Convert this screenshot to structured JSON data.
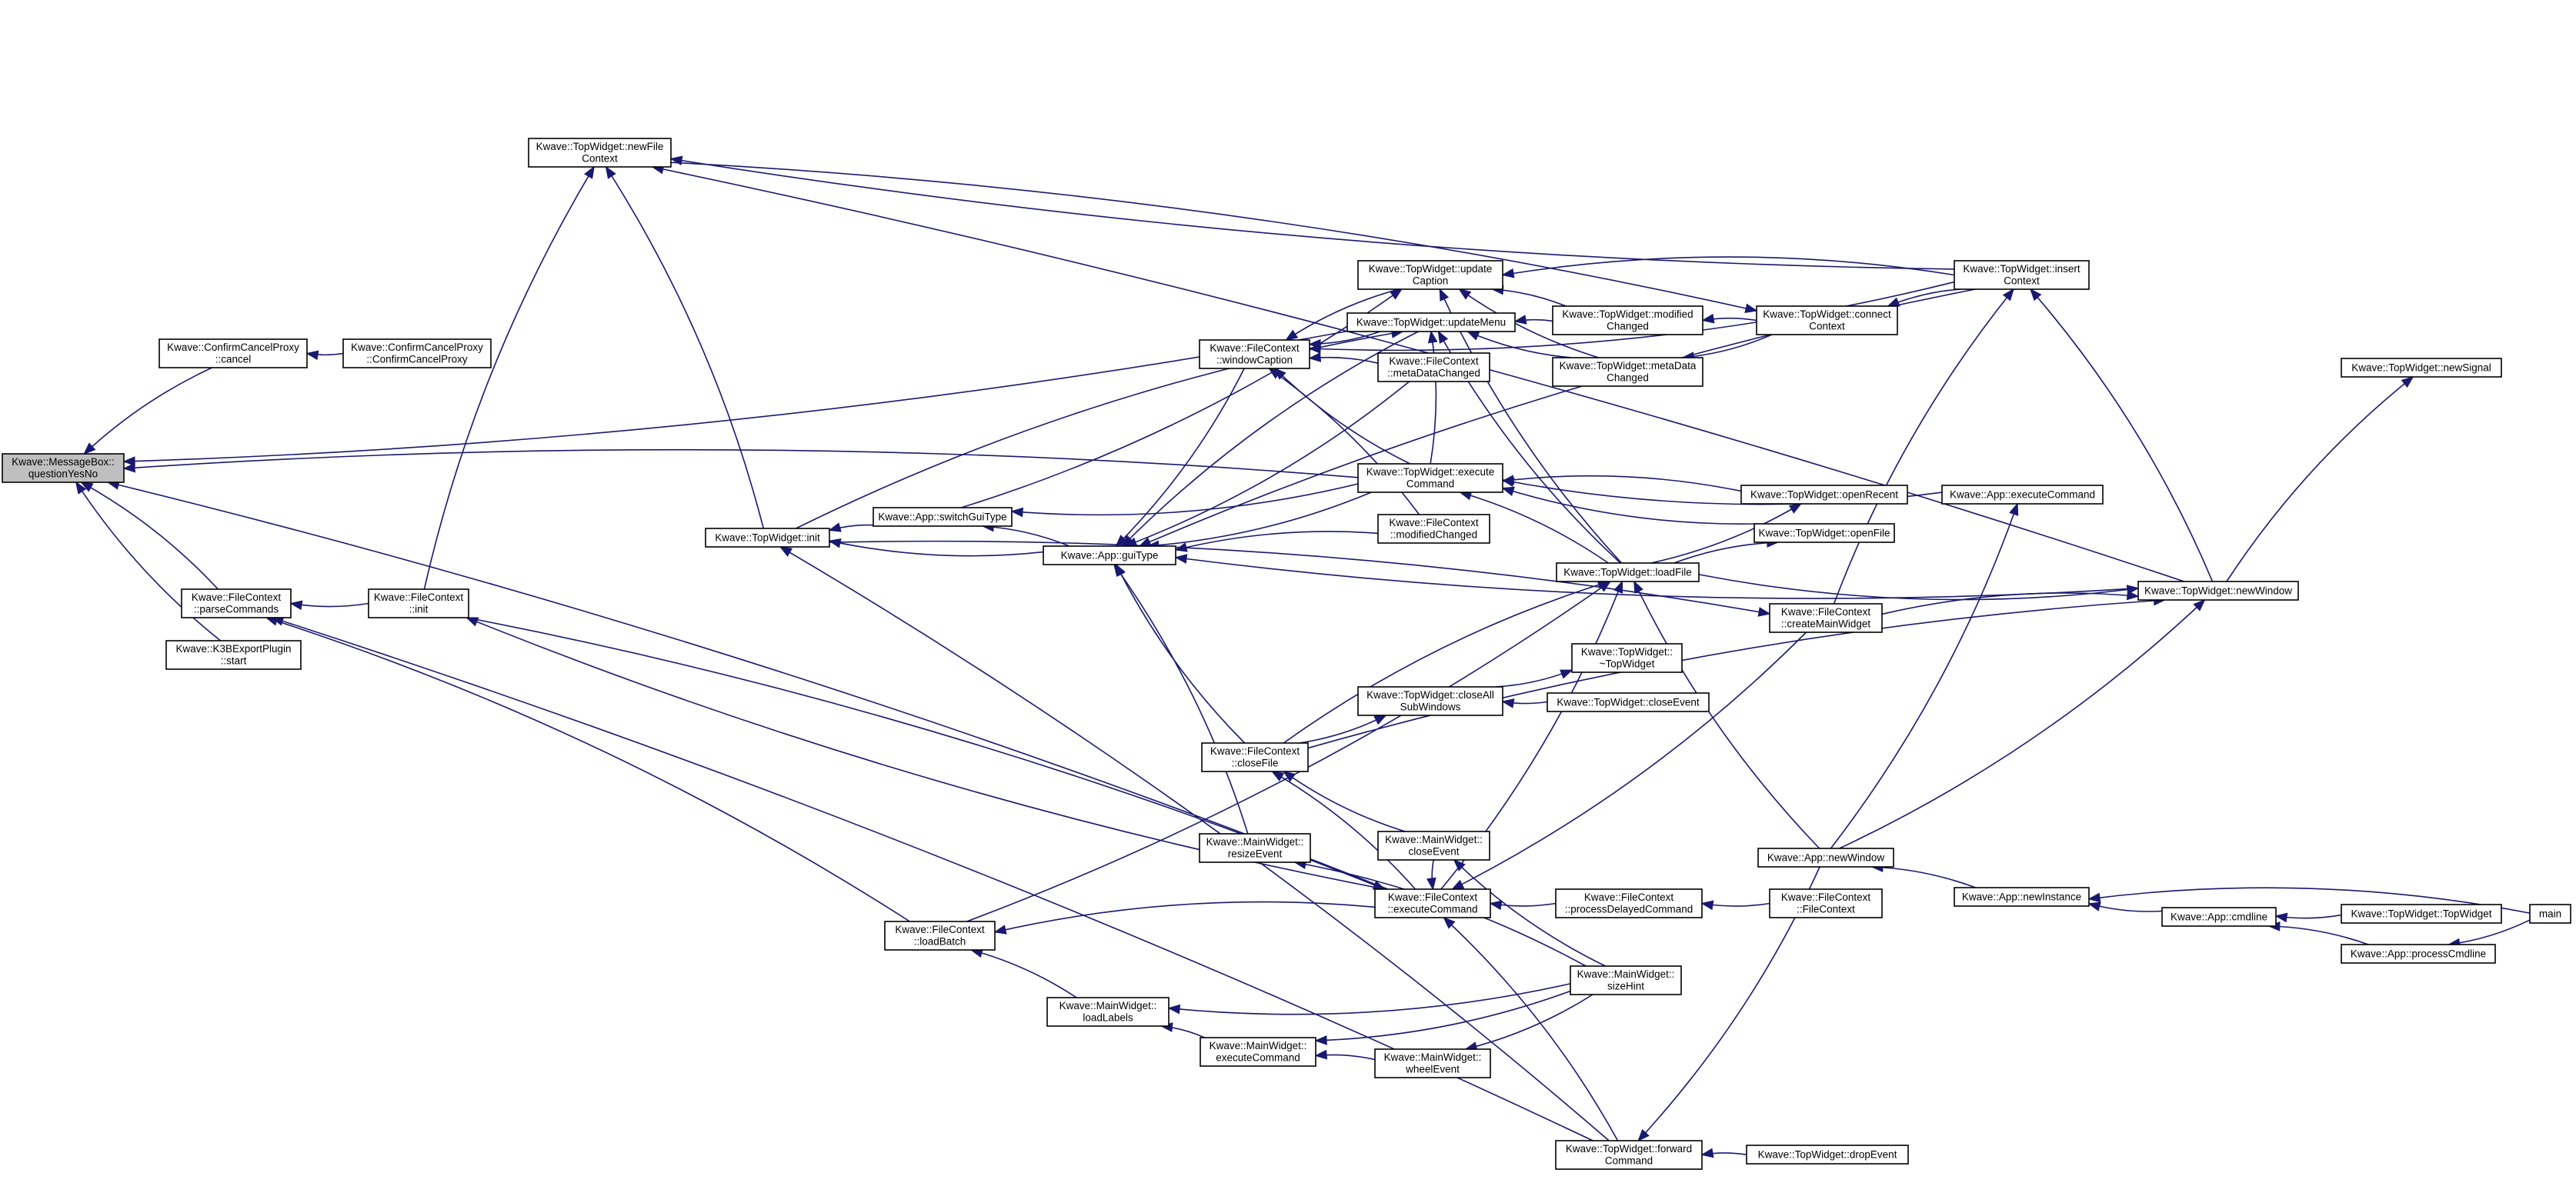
{
  "graph": {
    "edge_color": "#191970",
    "root_fill": "#bfbfbf",
    "nodes": [
      {
        "id": "questionYesNo",
        "lines": [
          "Kwave::MessageBox::",
          "questionYesNo"
        ],
        "root": true
      },
      {
        "id": "cpCancel",
        "lines": [
          "Kwave::ConfirmCancelProxy",
          "::cancel"
        ]
      },
      {
        "id": "cpCtor",
        "lines": [
          "Kwave::ConfirmCancelProxy",
          "::ConfirmCancelProxy"
        ]
      },
      {
        "id": "fcParse",
        "lines": [
          "Kwave::FileContext",
          "::parseCommands"
        ]
      },
      {
        "id": "k3b",
        "lines": [
          "Kwave::K3BExportPlugin",
          "::start"
        ]
      },
      {
        "id": "fcInit",
        "lines": [
          "Kwave::FileContext",
          "::init"
        ]
      },
      {
        "id": "twNewFileContext",
        "lines": [
          "Kwave::TopWidget::newFile",
          "Context"
        ]
      },
      {
        "id": "twInit",
        "lines": [
          "Kwave::TopWidget::init"
        ]
      },
      {
        "id": "appSwitch",
        "lines": [
          "Kwave::App::switchGuiType"
        ]
      },
      {
        "id": "appGui",
        "lines": [
          "Kwave::App::guiType"
        ]
      },
      {
        "id": "fcWinCap",
        "lines": [
          "Kwave::FileContext",
          "::windowCaption"
        ]
      },
      {
        "id": "twUpdCap",
        "lines": [
          "Kwave::TopWidget::update",
          "Caption"
        ]
      },
      {
        "id": "twUpdMenu",
        "lines": [
          "Kwave::TopWidget::updateMenu"
        ]
      },
      {
        "id": "fcMetaChg",
        "lines": [
          "Kwave::FileContext",
          "::metaDataChanged"
        ]
      },
      {
        "id": "twExecCmd",
        "lines": [
          "Kwave::TopWidget::execute",
          "Command"
        ]
      },
      {
        "id": "fcModChg",
        "lines": [
          "Kwave::FileContext",
          "::modifiedChanged"
        ]
      },
      {
        "id": "twModChg",
        "lines": [
          "Kwave::TopWidget::modified",
          "Changed"
        ]
      },
      {
        "id": "twMetaChg",
        "lines": [
          "Kwave::TopWidget::metaData",
          "Changed"
        ]
      },
      {
        "id": "twConnect",
        "lines": [
          "Kwave::TopWidget::connect",
          "Context"
        ]
      },
      {
        "id": "twInsert",
        "lines": [
          "Kwave::TopWidget::insert",
          "Context"
        ]
      },
      {
        "id": "twNewSignal",
        "lines": [
          "Kwave::TopWidget::newSignal"
        ]
      },
      {
        "id": "twOpenRecent",
        "lines": [
          "Kwave::TopWidget::openRecent"
        ]
      },
      {
        "id": "twOpenFile",
        "lines": [
          "Kwave::TopWidget::openFile"
        ]
      },
      {
        "id": "twLoadFile",
        "lines": [
          "Kwave::TopWidget::loadFile"
        ]
      },
      {
        "id": "appExecCmd",
        "lines": [
          "Kwave::App::executeCommand"
        ]
      },
      {
        "id": "fcCreateMW",
        "lines": [
          "Kwave::FileContext",
          "::createMainWidget"
        ]
      },
      {
        "id": "twNewWindow",
        "lines": [
          "Kwave::TopWidget::newWindow"
        ]
      },
      {
        "id": "twDtor",
        "lines": [
          "Kwave::TopWidget::",
          "~TopWidget"
        ]
      },
      {
        "id": "twCloseAll",
        "lines": [
          "Kwave::TopWidget::closeAll",
          "SubWindows"
        ]
      },
      {
        "id": "twCloseEvent",
        "lines": [
          "Kwave::TopWidget::closeEvent"
        ]
      },
      {
        "id": "fcCloseFile",
        "lines": [
          "Kwave::FileContext",
          "::closeFile"
        ]
      },
      {
        "id": "mwCloseEvent",
        "lines": [
          "Kwave::MainWidget::",
          "closeEvent"
        ]
      },
      {
        "id": "mwResize",
        "lines": [
          "Kwave::MainWidget::",
          "resizeEvent"
        ]
      },
      {
        "id": "fcExecCmd",
        "lines": [
          "Kwave::FileContext",
          "::executeCommand"
        ]
      },
      {
        "id": "fcProcDelayed",
        "lines": [
          "Kwave::FileContext",
          "::processDelayedCommand"
        ]
      },
      {
        "id": "fcCtor",
        "lines": [
          "Kwave::FileContext",
          "::FileContext"
        ]
      },
      {
        "id": "appNewWindow",
        "lines": [
          "Kwave::App::newWindow"
        ]
      },
      {
        "id": "appNewInstance",
        "lines": [
          "Kwave::App::newInstance"
        ]
      },
      {
        "id": "appCmdline",
        "lines": [
          "Kwave::App::cmdline"
        ]
      },
      {
        "id": "twCtor",
        "lines": [
          "Kwave::TopWidget::TopWidget"
        ]
      },
      {
        "id": "appProcCmdline",
        "lines": [
          "Kwave::App::processCmdline"
        ]
      },
      {
        "id": "main",
        "lines": [
          "main"
        ]
      },
      {
        "id": "fcLoadBatch",
        "lines": [
          "Kwave::FileContext",
          "::loadBatch"
        ]
      },
      {
        "id": "mwLoadLabels",
        "lines": [
          "Kwave::MainWidget::",
          "loadLabels"
        ]
      },
      {
        "id": "mwSizeHint",
        "lines": [
          "Kwave::MainWidget::",
          "sizeHint"
        ]
      },
      {
        "id": "mwExecCmd",
        "lines": [
          "Kwave::MainWidget::",
          "executeCommand"
        ]
      },
      {
        "id": "mwWheel",
        "lines": [
          "Kwave::MainWidget::",
          "wheelEvent"
        ]
      },
      {
        "id": "twForward",
        "lines": [
          "Kwave::TopWidget::forward",
          "Command"
        ]
      },
      {
        "id": "twDrop",
        "lines": [
          "Kwave::TopWidget::dropEvent"
        ]
      }
    ],
    "edges": [
      {
        "from": "cpCancel",
        "to": "questionYesNo"
      },
      {
        "from": "cpCtor",
        "to": "cpCancel"
      },
      {
        "from": "fcParse",
        "to": "questionYesNo"
      },
      {
        "from": "k3b",
        "to": "questionYesNo"
      },
      {
        "from": "twExecCmd",
        "to": "questionYesNo"
      },
      {
        "from": "twUpdMenu",
        "to": "questionYesNo"
      },
      {
        "from": "fcExecCmd",
        "to": "questionYesNo"
      },
      {
        "from": "fcInit",
        "to": "fcParse"
      },
      {
        "from": "fcLoadBatch",
        "to": "fcParse"
      },
      {
        "from": "fcInit",
        "to": "twNewFileContext"
      },
      {
        "from": "twInit",
        "to": "twNewFileContext"
      },
      {
        "from": "twInsert",
        "to": "twNewFileContext"
      },
      {
        "from": "twNewWindow",
        "to": "twNewFileContext"
      },
      {
        "from": "twNewFileContext",
        "to": "twConnect"
      },
      {
        "from": "appSwitch",
        "to": "twInit"
      },
      {
        "from": "appGui",
        "to": "twInit"
      },
      {
        "from": "twForward",
        "to": "twInit"
      },
      {
        "from": "twInit",
        "to": "twUpdMenu"
      },
      {
        "from": "appGui",
        "to": "appSwitch"
      },
      {
        "from": "twExecCmd",
        "to": "appSwitch"
      },
      {
        "from": "appSwitch",
        "to": "twUpdCap"
      },
      {
        "from": "twExecCmd",
        "to": "appGui"
      },
      {
        "from": "fcModChg",
        "to": "appGui"
      },
      {
        "from": "fcCloseFile",
        "to": "appGui"
      },
      {
        "from": "mwResize",
        "to": "appGui"
      },
      {
        "from": "twNewWindow",
        "to": "appGui"
      },
      {
        "from": "twInsert",
        "to": "appGui"
      },
      {
        "from": "fcMetaChg",
        "to": "appGui"
      },
      {
        "from": "twUpdMenu",
        "to": "appGui"
      },
      {
        "from": "fcWinCap",
        "to": "appGui"
      },
      {
        "from": "twUpdCap",
        "to": "fcWinCap"
      },
      {
        "from": "twUpdMenu",
        "to": "fcWinCap"
      },
      {
        "from": "fcMetaChg",
        "to": "fcWinCap"
      },
      {
        "from": "twExecCmd",
        "to": "fcWinCap"
      },
      {
        "from": "fcModChg",
        "to": "fcWinCap"
      },
      {
        "from": "twInsert",
        "to": "fcWinCap"
      },
      {
        "from": "twModChg",
        "to": "twUpdCap"
      },
      {
        "from": "twMetaChg",
        "to": "twUpdCap"
      },
      {
        "from": "twInsert",
        "to": "twUpdCap"
      },
      {
        "from": "twLoadFile",
        "to": "twUpdCap"
      },
      {
        "from": "twModChg",
        "to": "twUpdMenu"
      },
      {
        "from": "twMetaChg",
        "to": "twUpdMenu"
      },
      {
        "from": "twExecCmd",
        "to": "twUpdMenu"
      },
      {
        "from": "twLoadFile",
        "to": "twUpdMenu"
      },
      {
        "from": "twConnect",
        "to": "twModChg"
      },
      {
        "from": "twConnect",
        "to": "twMetaChg"
      },
      {
        "from": "twInsert",
        "to": "twConnect"
      },
      {
        "from": "fcCreateMW",
        "to": "twInsert"
      },
      {
        "from": "twNewWindow",
        "to": "twInsert"
      },
      {
        "from": "twNewWindow",
        "to": "twNewSignal"
      },
      {
        "from": "twOpenRecent",
        "to": "twExecCmd"
      },
      {
        "from": "twOpenFile",
        "to": "twExecCmd"
      },
      {
        "from": "twLoadFile",
        "to": "twExecCmd"
      },
      {
        "from": "appExecCmd",
        "to": "twExecCmd"
      },
      {
        "from": "twLoadFile",
        "to": "twOpenRecent"
      },
      {
        "from": "twLoadFile",
        "to": "twOpenFile"
      },
      {
        "from": "twLoadFile",
        "to": "twNewWindow"
      },
      {
        "from": "appNewWindow",
        "to": "twLoadFile"
      },
      {
        "from": "fcLoadBatch",
        "to": "twLoadFile"
      },
      {
        "from": "fcCloseFile",
        "to": "twLoadFile"
      },
      {
        "from": "fcExecCmd",
        "to": "twLoadFile"
      },
      {
        "from": "twInit",
        "to": "fcCreateMW"
      },
      {
        "from": "appNewWindow",
        "to": "appExecCmd"
      },
      {
        "from": "fcCreateMW",
        "to": "twNewWindow"
      },
      {
        "from": "appNewWindow",
        "to": "twNewWindow"
      },
      {
        "from": "fcCloseFile",
        "to": "twNewWindow"
      },
      {
        "from": "twCloseAll",
        "to": "twDtor"
      },
      {
        "from": "twCloseEvent",
        "to": "twCloseAll"
      },
      {
        "from": "fcCloseFile",
        "to": "twCloseAll"
      },
      {
        "from": "mwCloseEvent",
        "to": "fcCloseFile"
      },
      {
        "from": "fcExecCmd",
        "to": "fcCloseFile"
      },
      {
        "from": "mwSizeHint",
        "to": "mwCloseEvent"
      },
      {
        "from": "mwSizeHint",
        "to": "mwResize"
      },
      {
        "from": "fcProcDelayed",
        "to": "fcExecCmd"
      },
      {
        "from": "fcExecCmd",
        "to": "fcLoadBatch"
      },
      {
        "from": "fcCreateMW",
        "to": "fcExecCmd"
      },
      {
        "from": "mwCloseEvent",
        "to": "fcExecCmd"
      },
      {
        "from": "fcInit",
        "to": "fcExecCmd"
      },
      {
        "from": "twForward",
        "to": "fcExecCmd"
      },
      {
        "from": "fcCtor",
        "to": "fcProcDelayed"
      },
      {
        "from": "appNewInstance",
        "to": "appNewWindow"
      },
      {
        "from": "appCmdline",
        "to": "appNewInstance"
      },
      {
        "from": "main",
        "to": "appNewInstance"
      },
      {
        "from": "twCtor",
        "to": "appCmdline"
      },
      {
        "from": "appProcCmdline",
        "to": "appCmdline"
      },
      {
        "from": "main",
        "to": "appProcCmdline"
      },
      {
        "from": "mwLoadLabels",
        "to": "fcLoadBatch"
      },
      {
        "from": "mwSizeHint",
        "to": "mwLoadLabels"
      },
      {
        "from": "mwExecCmd",
        "to": "mwLoadLabels"
      },
      {
        "from": "mwSizeHint",
        "to": "mwExecCmd"
      },
      {
        "from": "mwWheel",
        "to": "mwExecCmd"
      },
      {
        "from": "mwSizeHint",
        "to": "mwWheel"
      },
      {
        "from": "twDrop",
        "to": "twForward"
      },
      {
        "from": "fcExecCmd",
        "to": "fcInit"
      },
      {
        "from": "twForward",
        "to": "fcParse"
      },
      {
        "from": "appNewWindow",
        "to": "twForward"
      }
    ]
  }
}
